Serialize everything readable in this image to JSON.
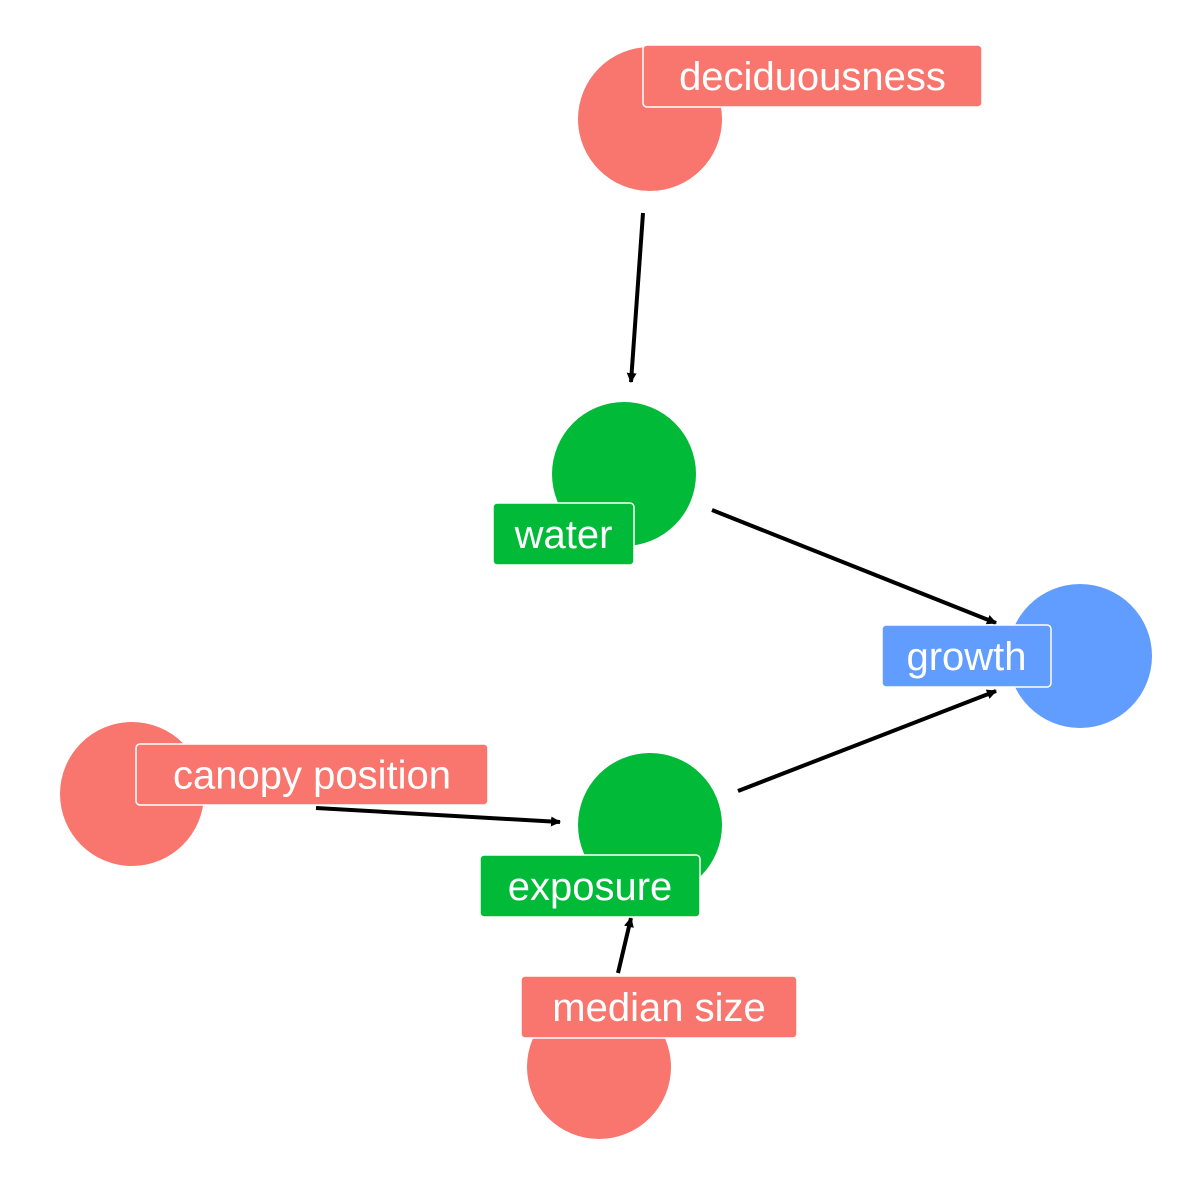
{
  "colors": {
    "exogenous": "#F8766D",
    "mediator": "#00BA38",
    "outcome": "#619CFF",
    "edge": "#000000",
    "label_text": "#FFFFFF"
  },
  "nodes": {
    "deciduousness": {
      "label": "deciduousness",
      "group": "exogenous"
    },
    "water": {
      "label": "water",
      "group": "mediator"
    },
    "growth": {
      "label": "growth",
      "group": "outcome"
    },
    "canopy_position": {
      "label": "canopy position",
      "group": "exogenous"
    },
    "exposure": {
      "label": "exposure",
      "group": "mediator"
    },
    "median_size": {
      "label": "median size",
      "group": "exogenous"
    }
  },
  "edges": [
    {
      "from": "deciduousness",
      "to": "water"
    },
    {
      "from": "water",
      "to": "growth"
    },
    {
      "from": "exposure",
      "to": "growth"
    },
    {
      "from": "canopy_position",
      "to": "exposure"
    },
    {
      "from": "median_size",
      "to": "exposure"
    }
  ]
}
